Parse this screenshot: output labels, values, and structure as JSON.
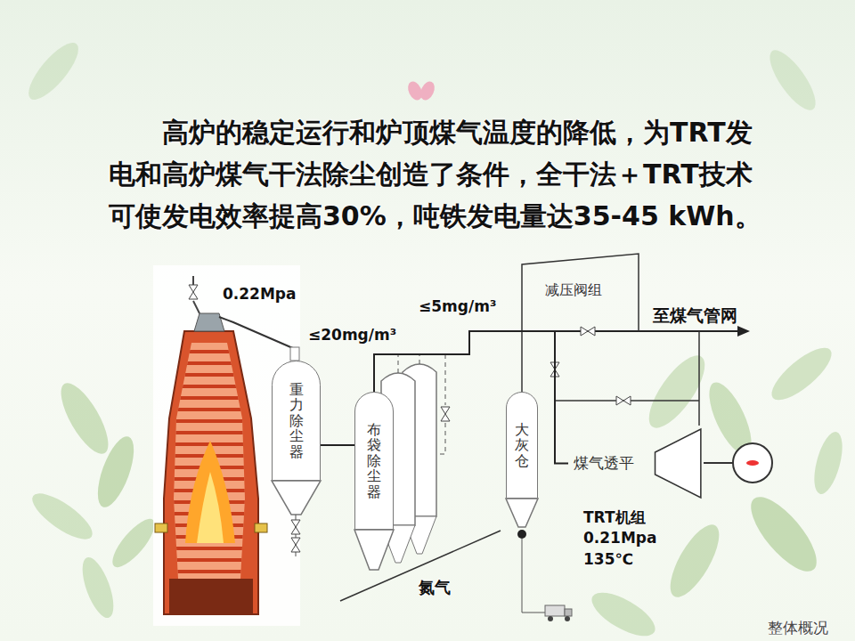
{
  "diagram": {
    "title": "高炉的稳定运行和炉顶煤气温度的降低，为TRT发电和高炉煤气干法除尘创造了条件，全干法＋TRT技术可使发电效率提高30%，吨铁发电量达35-45 kWh。",
    "nodes": [
      {
        "text": [
          "重力除尘器"
        ]
      },
      {
        "text": [
          "布袋除尘器"
        ]
      },
      {
        "text": [
          "大灰仓"
        ]
      },
      {
        "text": [
          "煤气透平"
        ]
      }
    ],
    "edges": [
      {
        "from": 0,
        "to": 1,
        "arrow": "none"
      },
      {
        "from": 1,
        "to": 3,
        "arrow": "none"
      }
    ],
    "labels": [
      "0.22Mpa",
      "≤20mg/m³",
      "≤5mg/m³",
      "减压阀组",
      "至煤气管网",
      "TRT机组",
      "0.21Mpa",
      "135℃",
      "氮气",
      "整体概况"
    ]
  }
}
